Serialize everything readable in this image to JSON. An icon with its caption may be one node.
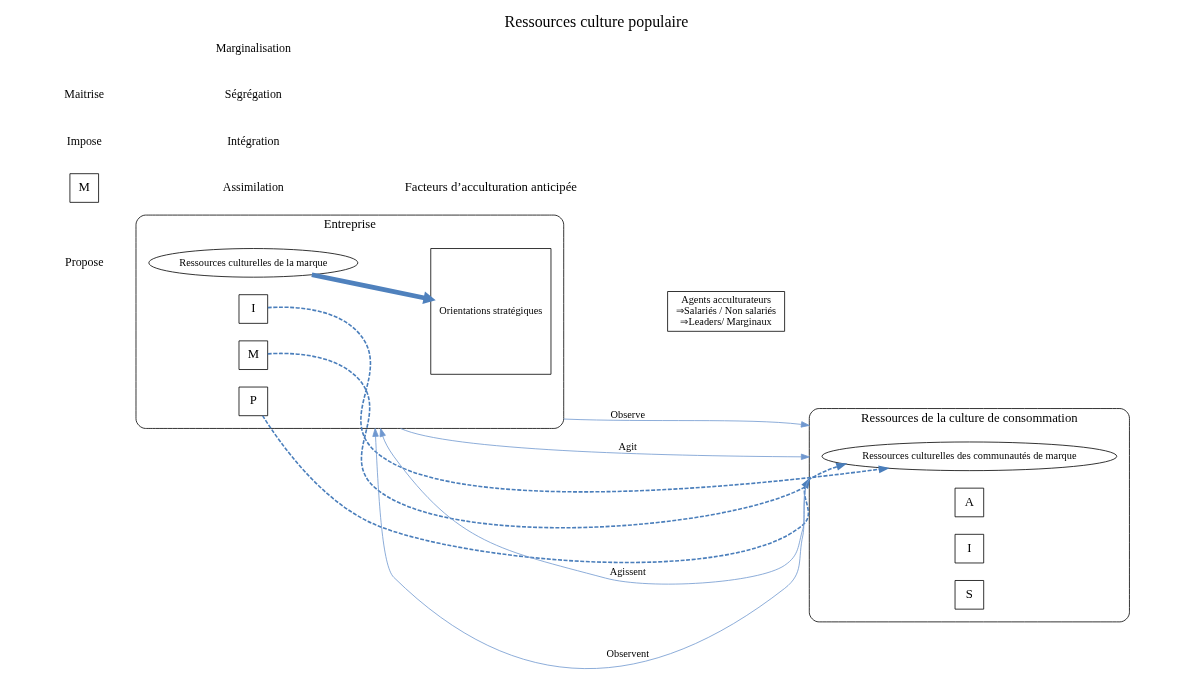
{
  "diagram": {
    "title": "Ressources culture populaire",
    "nodes": [
      {
        "text": [
          "Entreprise"
        ]
      },
      {
        "text": [
          "Ressources culturelles de la marque"
        ],
        "in": 0
      },
      {
        "text": [
          "Orientations stratégiques"
        ],
        "in": 0
      },
      {
        "text": [
          "I"
        ],
        "in": 0
      },
      {
        "text": [
          "M"
        ],
        "in": 0
      },
      {
        "text": [
          "P"
        ],
        "in": 0
      },
      {
        "text": [
          "Agents acculturateurs",
          "⇒Salariés / Non salariés",
          "⇒Leaders/ Marginaux"
        ]
      },
      {
        "text": [
          "Ressources de la culture de consommation"
        ]
      },
      {
        "text": [
          "Ressources culturelles des communautés de marque"
        ],
        "in": 7
      },
      {
        "text": [
          "A"
        ],
        "in": 7
      },
      {
        "text": [
          "I"
        ],
        "in": 7
      },
      {
        "text": [
          "S"
        ],
        "in": 7
      },
      {
        "text": [
          "M"
        ]
      }
    ],
    "edges": [
      {
        "from": 1,
        "to": 2,
        "arrow": "to",
        "style": "thick",
        "color": "#4f81bd"
      },
      {
        "from": 0,
        "to": 7,
        "arrow": "to",
        "label": "Observe",
        "color": "#6f97cf"
      },
      {
        "from": 0,
        "to": 7,
        "arrow": "to",
        "label": "Agit",
        "color": "#6f97cf"
      },
      {
        "from": 3,
        "to": 8,
        "arrow": "to",
        "style": "dashed",
        "color": "#4a7ebb"
      },
      {
        "from": 4,
        "to": 8,
        "arrow": "to",
        "style": "dashed",
        "color": "#4a7ebb"
      },
      {
        "from": 5,
        "to": 7,
        "arrow": "to",
        "style": "dashed",
        "color": "#4a7ebb"
      },
      {
        "from": 7,
        "to": 0,
        "arrow": "to",
        "label": "Agissent",
        "color": "#6f97cf"
      },
      {
        "from": 7,
        "to": 0,
        "arrow": "to",
        "label": "Observent",
        "color": "#6f97cf"
      }
    ],
    "labels": [
      "Facteurs d’acculturation anticipée",
      "Impose",
      "Maitrise",
      "Propose",
      "Assimilation",
      "Intégration",
      "Ségrégation",
      "Marginalisation"
    ]
  }
}
